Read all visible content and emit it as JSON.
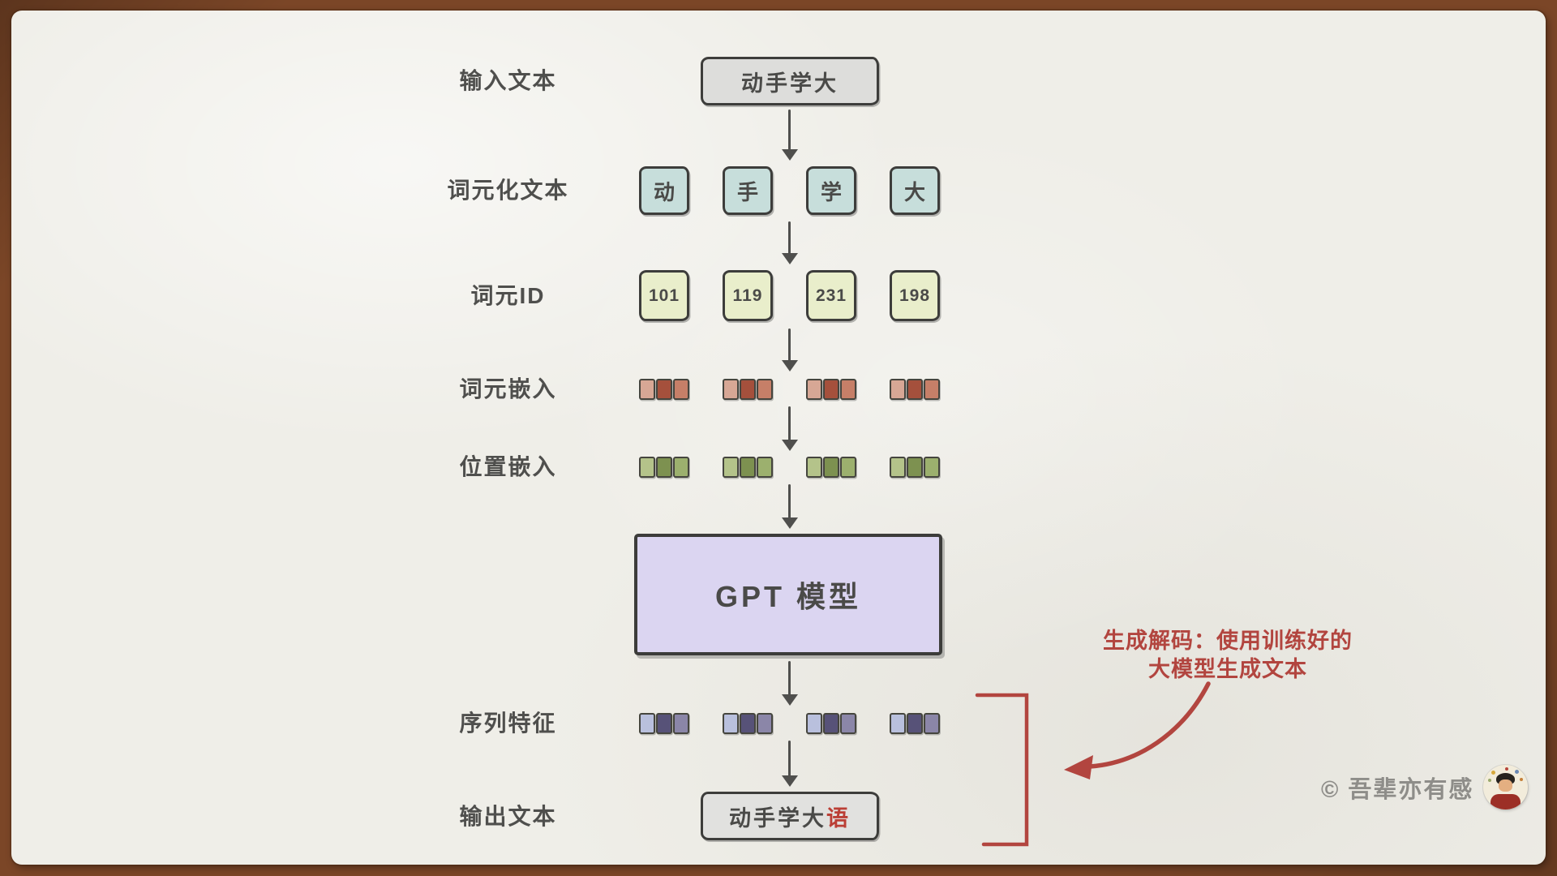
{
  "diagram": {
    "rows": {
      "input": {
        "label": "输入文本",
        "value": "动手学大"
      },
      "tokenized": {
        "label": "词元化文本",
        "tokens": [
          "动",
          "手",
          "学",
          "大"
        ]
      },
      "token_ids": {
        "label": "词元ID",
        "ids": [
          "101",
          "119",
          "231",
          "198"
        ]
      },
      "token_embedding": {
        "label": "词元嵌入",
        "colors": [
          "#d7a795",
          "#a5503c",
          "#c67f68"
        ]
      },
      "position_embedding": {
        "label": "位置嵌入",
        "colors": [
          "#b4c38a",
          "#7d9150",
          "#9cb06e"
        ]
      },
      "model": {
        "label": "GPT 模型"
      },
      "sequence_features": {
        "label": "序列特征",
        "colors": [
          "#b9c0dd",
          "#575278",
          "#8b86a8"
        ]
      },
      "output": {
        "label": "输出文本",
        "value_prefix": "动手学大",
        "value_highlight": "语"
      }
    },
    "annotation": {
      "line1": "生成解码：使用训练好的",
      "line2": "大模型生成文本",
      "color": "#b2453f"
    },
    "watermark": {
      "text": "© 吾辈亦有感"
    },
    "colors": {
      "frame": "#7b4627",
      "paper": "#efeee8",
      "ink": "#3d3d3b",
      "gray_box": "#dddddb",
      "teal_box": "#c7dedb",
      "green_box": "#e9eecb",
      "purple_box": "#dbd5f1",
      "red": "#b2453f",
      "highlight_red": "#bb3f36",
      "watermark_gray": "#8e8d89"
    }
  }
}
